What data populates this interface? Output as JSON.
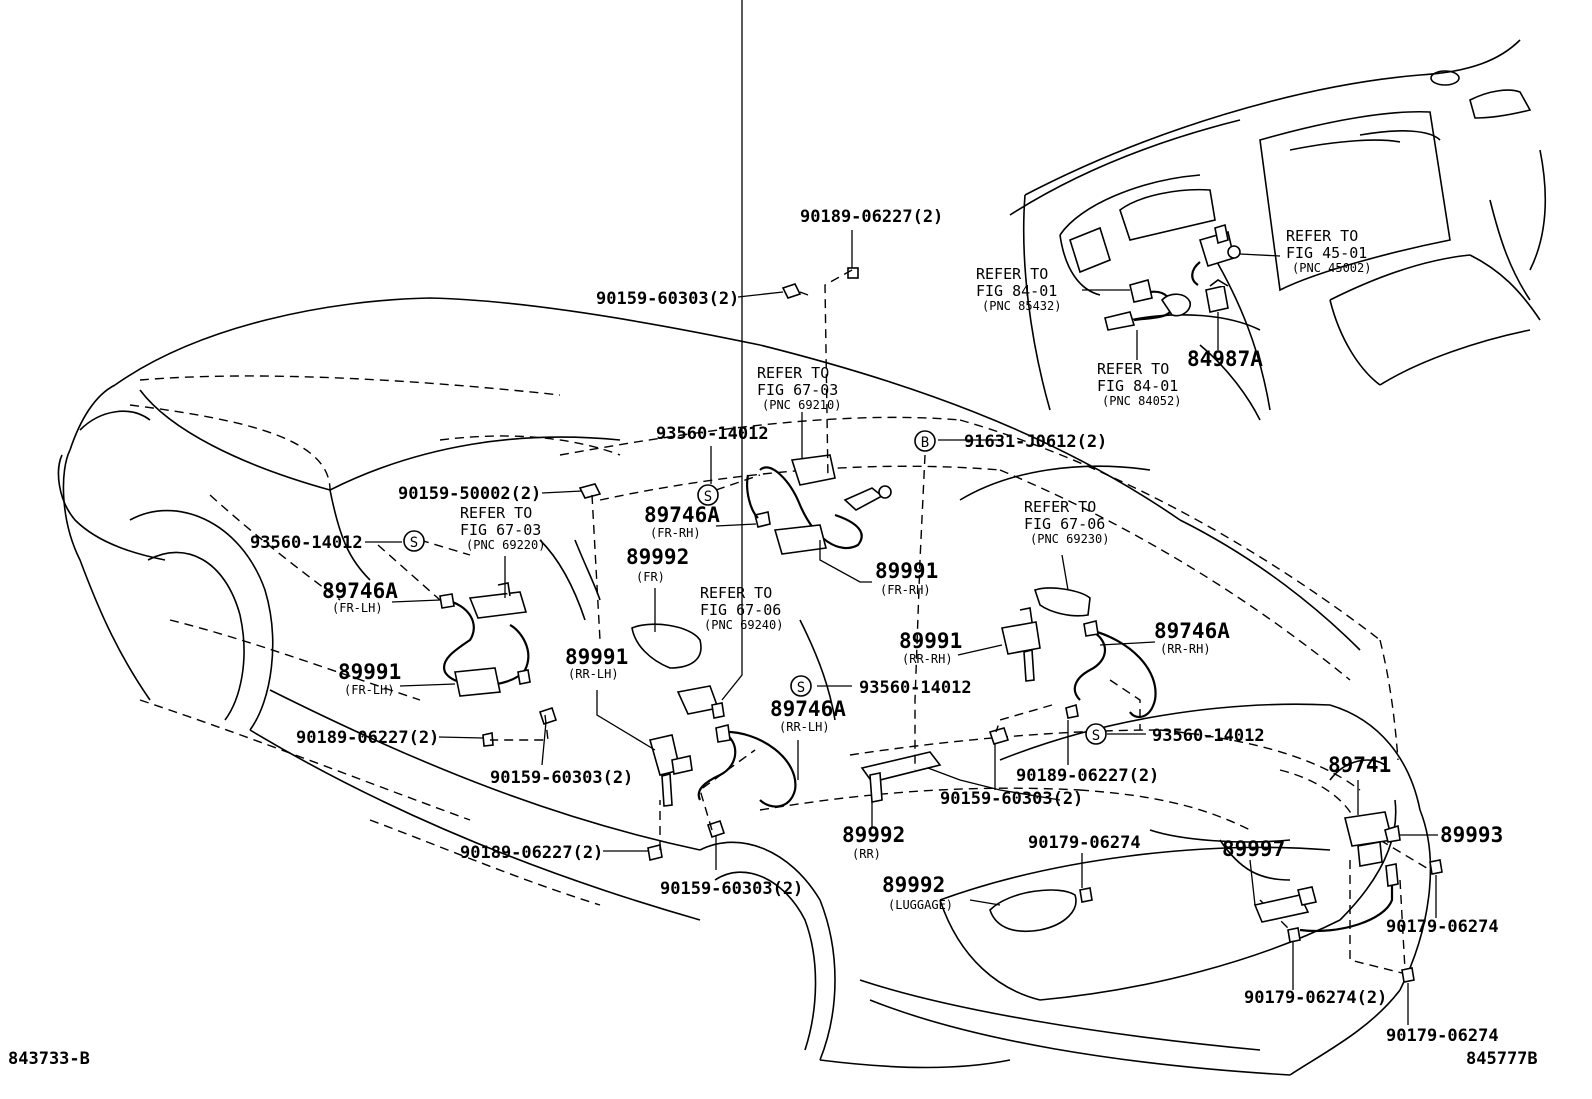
{
  "labels": {
    "p_90189_top": "90189-06227(2)",
    "p_90159_top": "90159-60303(2)",
    "ref_69210_1": "REFER TO",
    "ref_69210_2": "FIG 67-03",
    "ref_69210_3": "(PNC 69210)",
    "p_93560_a": "93560-14012",
    "p_90159_50002": "90159-50002(2)",
    "ref_69220_1": "REFER TO",
    "ref_69220_2": "FIG 67-03",
    "ref_69220_3": "(PNC 69220)",
    "p_93560_b": "93560-14012",
    "p_89746A_frlh": "89746A",
    "s_frlh_a": "(FR-LH)",
    "p_89991_frlh": "89991",
    "s_frlh_b": "(FR-LH)",
    "p_90189_left": "90189-06227(2)",
    "p_90159_left": "90159-60303(2)",
    "p_89746A_frrh": "89746A",
    "s_frrh_a": "(FR-RH)",
    "p_89992_fr": "89992",
    "s_fr": "(FR)",
    "ref_69240_1": "REFER TO",
    "ref_69240_2": "FIG 67-06",
    "ref_69240_3": "(PNC 69240)",
    "p_89991_rrlh": "89991",
    "s_rrlh_a": "(RR-LH)",
    "p_89746A_rrlh": "89746A",
    "s_rrlh_b": "(RR-LH)",
    "p_93560_c": "93560-14012",
    "p_90189_low": "90189-06227(2)",
    "p_90159_low": "90159-60303(2)",
    "p_91631": "91631-J0612(2)",
    "p_89991_frrh": "89991",
    "s_frrh_b": "(FR-RH)",
    "ref_69230_1": "REFER TO",
    "ref_69230_2": "FIG 67-06",
    "ref_69230_3": "(PNC 69230)",
    "p_89991_rrrh": "89991",
    "s_rrrh_a": "(RR-RH)",
    "p_89746A_rrrh": "89746A",
    "s_rrrh_b": "(RR-RH)",
    "p_93560_d": "93560-14012",
    "p_90189_mid": "90189-06227(2)",
    "p_90159_mid": "90159-60303(2)",
    "p_89992_rr": "89992",
    "s_rr": "(RR)",
    "p_90179_a": "90179-06274",
    "p_89992_lug": "89992",
    "s_lug": "(LUGGAGE)",
    "p_89741": "89741",
    "p_89997": "89997",
    "p_89993": "89993",
    "p_90179_b": "90179-06274",
    "p_90179_c": "90179-06274(2)",
    "p_90179_d": "90179-06274",
    "ref_45002_1": "REFER TO",
    "ref_45002_2": "FIG 45-01",
    "ref_45002_3": "(PNC 45002)",
    "ref_85432_1": "REFER TO",
    "ref_85432_2": "FIG 84-01",
    "ref_85432_3": "(PNC 85432)",
    "ref_84052_1": "REFER TO",
    "ref_84052_2": "FIG 84-01",
    "ref_84052_3": "(PNC 84052)",
    "p_84987A": "84987A",
    "code_left": "843733-B",
    "code_right": "845777B",
    "marker_s": "S",
    "marker_b": "B"
  },
  "icons": {
    "clip_marker": "s-circle-icon",
    "bolt_marker": "b-circle-icon",
    "bolt": "bolt-icon",
    "nut": "nut-icon"
  },
  "colors": {
    "ink": "#000000",
    "paper": "#ffffff"
  }
}
